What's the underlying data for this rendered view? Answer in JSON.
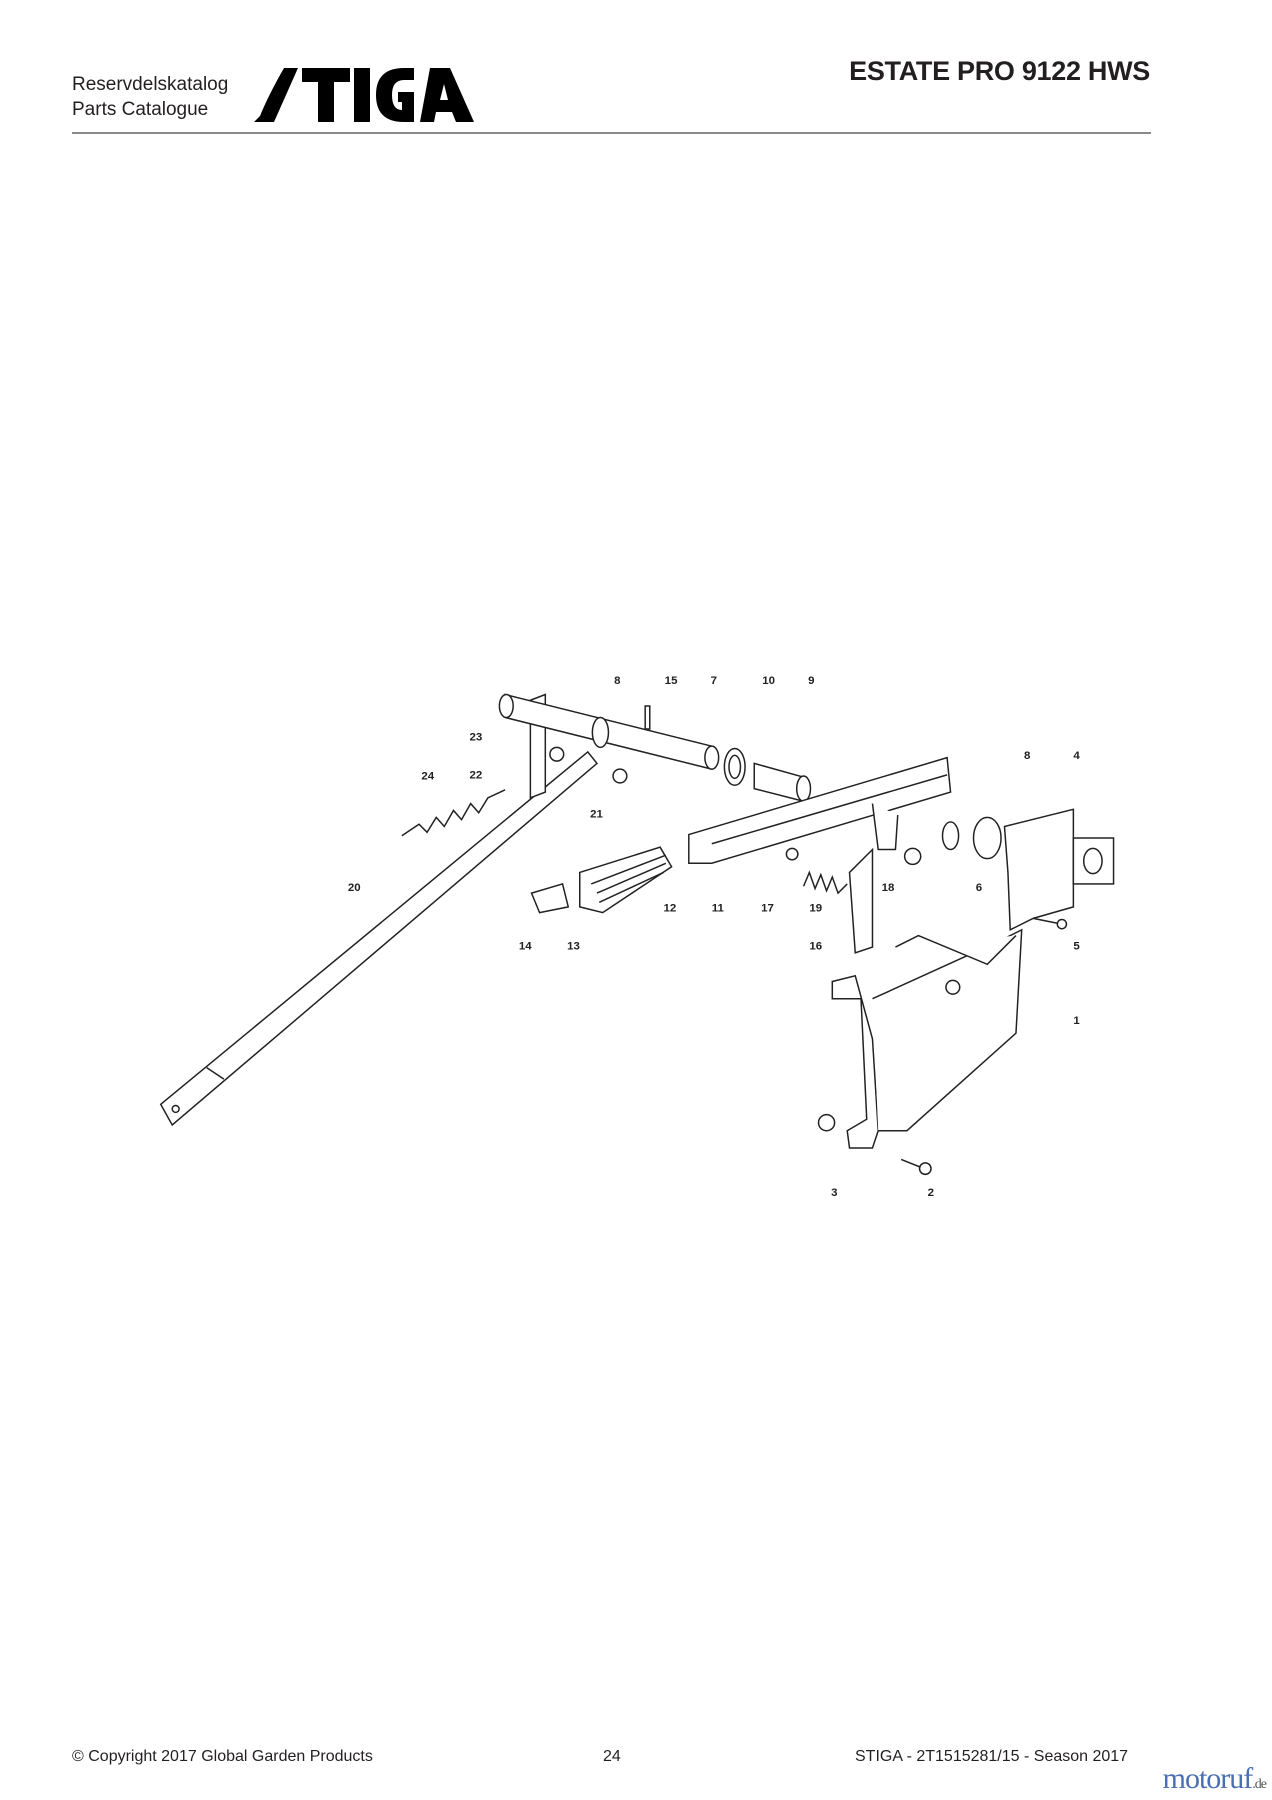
{
  "header": {
    "catalog_sv": "Reservdelskatalog",
    "catalog_en": "Parts Catalogue",
    "brand_logo": "STIGA",
    "model_title": "ESTATE PRO 9122 HWS"
  },
  "diagram": {
    "part_labels": [
      "8",
      "15",
      "7",
      "10",
      "9",
      "23",
      "22",
      "24",
      "21",
      "20",
      "12",
      "11",
      "17",
      "19",
      "18",
      "16",
      "14",
      "13",
      "8",
      "4",
      "6",
      "5",
      "1",
      "3",
      "2"
    ]
  },
  "footer": {
    "copyright": "© Copyright 2017 Global Garden Products",
    "page_number": "24",
    "doc_ref": "STIGA - 2T1515281/15 - Season 2017",
    "watermark": "motoruf",
    "watermark_tld": ".de"
  },
  "colors": {
    "text": "#231f20",
    "rule": "#8a8a8a"
  }
}
